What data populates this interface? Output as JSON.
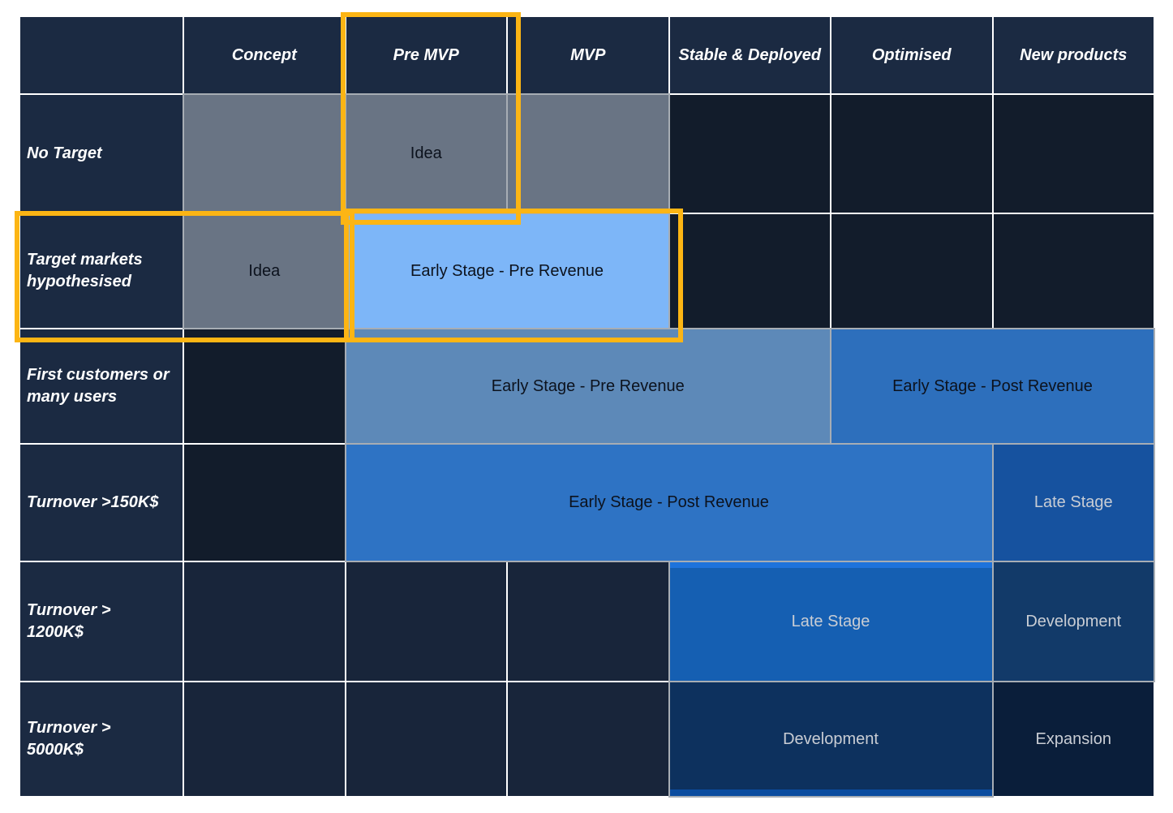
{
  "matrix": {
    "columns": [
      "Concept",
      "Pre MVP",
      "MVP",
      "Stable & Deployed",
      "Optimised",
      "New products"
    ],
    "rows": [
      {
        "label": "No Target",
        "cells": [
          {
            "col_start": "Concept",
            "span": 1,
            "text": "",
            "tone": "gray"
          },
          {
            "col_start": "Pre MVP",
            "span": 1,
            "text": "Idea",
            "tone": "gray"
          },
          {
            "col_start": "MVP",
            "span": 1,
            "text": "",
            "tone": "gray"
          },
          {
            "col_start": "Stable & Deployed",
            "span": 1,
            "text": "",
            "tone": "dark"
          },
          {
            "col_start": "Optimised",
            "span": 1,
            "text": "",
            "tone": "dark"
          },
          {
            "col_start": "New products",
            "span": 1,
            "text": "",
            "tone": "dark"
          }
        ]
      },
      {
        "label": "Target markets hypothesised",
        "cells": [
          {
            "col_start": "Concept",
            "span": 1,
            "text": "Idea",
            "tone": "gray"
          },
          {
            "col_start": "Pre MVP",
            "span": 2,
            "text": "Early Stage - Pre Revenue",
            "tone": "light-blue"
          },
          {
            "col_start": "Stable & Deployed",
            "span": 1,
            "text": "",
            "tone": "dark"
          },
          {
            "col_start": "Optimised",
            "span": 1,
            "text": "",
            "tone": "dark"
          },
          {
            "col_start": "New products",
            "span": 1,
            "text": "",
            "tone": "dark"
          }
        ]
      },
      {
        "label": "First customers or many users",
        "cells": [
          {
            "col_start": "Concept",
            "span": 1,
            "text": "",
            "tone": "dark"
          },
          {
            "col_start": "Pre MVP",
            "span": 3,
            "text": "Early Stage - Pre Revenue",
            "tone": "steel-blue"
          },
          {
            "col_start": "Optimised",
            "span": 2,
            "text": "Early Stage - Post Revenue",
            "tone": "medium-blue"
          }
        ]
      },
      {
        "label": "Turnover >150K$",
        "cells": [
          {
            "col_start": "Concept",
            "span": 1,
            "text": "",
            "tone": "dark"
          },
          {
            "col_start": "Pre MVP",
            "span": 4,
            "text": "Early Stage - Post Revenue",
            "tone": "bright-blue"
          },
          {
            "col_start": "New products",
            "span": 1,
            "text": "Late Stage",
            "tone": "deep-blue"
          }
        ]
      },
      {
        "label": "Turnover > 1200K$",
        "cells": [
          {
            "col_start": "Concept",
            "span": 1,
            "text": "",
            "tone": "navy"
          },
          {
            "col_start": "Pre MVP",
            "span": 1,
            "text": "",
            "tone": "navy"
          },
          {
            "col_start": "MVP",
            "span": 1,
            "text": "",
            "tone": "navy"
          },
          {
            "col_start": "Stable & Deployed",
            "span": 2,
            "text": "Late Stage",
            "tone": "deep-blue"
          },
          {
            "col_start": "New products",
            "span": 1,
            "text": "Development",
            "tone": "dark-blue"
          }
        ]
      },
      {
        "label": "Turnover > 5000K$",
        "cells": [
          {
            "col_start": "Concept",
            "span": 1,
            "text": "",
            "tone": "navy"
          },
          {
            "col_start": "Pre MVP",
            "span": 1,
            "text": "",
            "tone": "navy"
          },
          {
            "col_start": "MVP",
            "span": 1,
            "text": "",
            "tone": "navy"
          },
          {
            "col_start": "Stable & Deployed",
            "span": 2,
            "text": "Development",
            "tone": "dark-blue"
          },
          {
            "col_start": "New products",
            "span": 1,
            "text": "Expansion",
            "tone": "darkest-navy"
          }
        ]
      }
    ]
  },
  "highlights": [
    {
      "name": "pre-mvp-column-box",
      "color": "#FCB514"
    },
    {
      "name": "target-markets-idea-box",
      "color": "#FCB514"
    },
    {
      "name": "early-stage-pre-revenue-box",
      "color": "#FCB514"
    }
  ],
  "palette": {
    "header_navy": "#1B2A42",
    "empty_dark": "#121C2B",
    "empty_navy": "#18253A",
    "gray": "#697484",
    "light_blue": "#7DB6F8",
    "steel_blue": "#5D89B8",
    "medium_blue": "#2D6FBC",
    "bright_blue": "#2E73C4",
    "deep_blue_row4": "#16529F",
    "deep_blue_row5": "#155FB2",
    "dark_blue_row5": "#123A69",
    "dark_blue_row6": "#0D315E",
    "darkest_navy": "#0A1E3A",
    "highlight_orange": "#FCB514",
    "text_light": "#C9CDD4",
    "text_dark": "#0C121D"
  }
}
